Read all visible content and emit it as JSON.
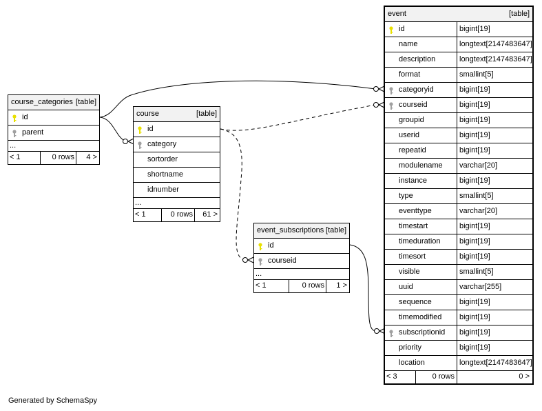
{
  "tables": {
    "course_categories": {
      "name": "course_categories",
      "tag": "[table]",
      "columns": [
        {
          "name": "id",
          "key": "primary"
        },
        {
          "name": "parent",
          "key": "foreign"
        }
      ],
      "dots": "...",
      "footer": {
        "parents": "< 1",
        "rows": "0 rows",
        "children": "4 >"
      }
    },
    "course": {
      "name": "course",
      "tag": "[table]",
      "columns": [
        {
          "name": "id",
          "key": "primary"
        },
        {
          "name": "category",
          "key": "foreign"
        },
        {
          "name": "sortorder",
          "key": ""
        },
        {
          "name": "shortname",
          "key": ""
        },
        {
          "name": "idnumber",
          "key": ""
        }
      ],
      "dots": "...",
      "footer": {
        "parents": "< 1",
        "rows": "0 rows",
        "children": "61 >"
      }
    },
    "event_subscriptions": {
      "name": "event_subscriptions",
      "tag": "[table]",
      "columns": [
        {
          "name": "id",
          "key": "primary"
        },
        {
          "name": "courseid",
          "key": "foreign"
        }
      ],
      "dots": "...",
      "footer": {
        "parents": "< 1",
        "rows": "0 rows",
        "children": "1 >"
      }
    },
    "event": {
      "name": "event",
      "tag": "[table]",
      "columns": [
        {
          "name": "id",
          "type": "bigint[19]",
          "key": "primary"
        },
        {
          "name": "name",
          "type": "longtext[2147483647]",
          "key": ""
        },
        {
          "name": "description",
          "type": "longtext[2147483647]",
          "key": ""
        },
        {
          "name": "format",
          "type": "smallint[5]",
          "key": ""
        },
        {
          "name": "categoryid",
          "type": "bigint[19]",
          "key": "foreign"
        },
        {
          "name": "courseid",
          "type": "bigint[19]",
          "key": "foreign"
        },
        {
          "name": "groupid",
          "type": "bigint[19]",
          "key": ""
        },
        {
          "name": "userid",
          "type": "bigint[19]",
          "key": ""
        },
        {
          "name": "repeatid",
          "type": "bigint[19]",
          "key": ""
        },
        {
          "name": "modulename",
          "type": "varchar[20]",
          "key": ""
        },
        {
          "name": "instance",
          "type": "bigint[19]",
          "key": ""
        },
        {
          "name": "type",
          "type": "smallint[5]",
          "key": ""
        },
        {
          "name": "eventtype",
          "type": "varchar[20]",
          "key": ""
        },
        {
          "name": "timestart",
          "type": "bigint[19]",
          "key": ""
        },
        {
          "name": "timeduration",
          "type": "bigint[19]",
          "key": ""
        },
        {
          "name": "timesort",
          "type": "bigint[19]",
          "key": ""
        },
        {
          "name": "visible",
          "type": "smallint[5]",
          "key": ""
        },
        {
          "name": "uuid",
          "type": "varchar[255]",
          "key": ""
        },
        {
          "name": "sequence",
          "type": "bigint[19]",
          "key": ""
        },
        {
          "name": "timemodified",
          "type": "bigint[19]",
          "key": ""
        },
        {
          "name": "subscriptionid",
          "type": "bigint[19]",
          "key": "foreign"
        },
        {
          "name": "priority",
          "type": "bigint[19]",
          "key": ""
        },
        {
          "name": "location",
          "type": "longtext[2147483647]",
          "key": ""
        }
      ],
      "footer": {
        "parents": "< 3",
        "rows": "0 rows",
        "children": "0 >"
      }
    }
  },
  "colors": {
    "primary_key": "#e8e000",
    "foreign_key": "#a0a0a0",
    "header_bg": "#f2f2f2"
  },
  "footer_note": "Generated by SchemaSpy"
}
